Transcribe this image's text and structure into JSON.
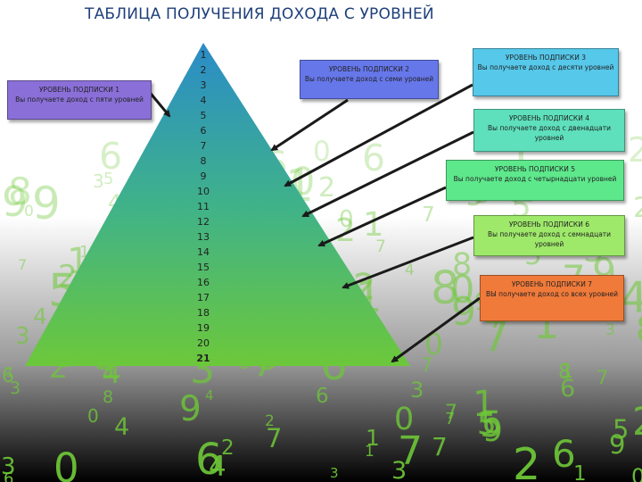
{
  "title": "ТАБЛИЦА ПОЛУЧЕНИЯ ДОХОДА С УРОВНЕЙ",
  "levels": [
    "1",
    "2",
    "3",
    "4",
    "5",
    "6",
    "7",
    "8",
    "9",
    "10",
    "11",
    "12",
    "13",
    "14",
    "15",
    "16",
    "17",
    "18",
    "19",
    "20",
    "21"
  ],
  "boxes": [
    {
      "title": "УРОВЕНЬ ПОДПИСКИ 1",
      "text": "Вы получаете доход с пяти уровней",
      "color": "#8a6fd8"
    },
    {
      "title": "УРОВЕНЬ ПОДПИСКИ 2",
      "text": "Вы получаете доход с семи уровней",
      "color": "#6677ea"
    },
    {
      "title": "УРОВЕНЬ ПОДПИСКИ 3",
      "text": "Вы получаете доход с десяти уровней",
      "color": "#56c8ea"
    },
    {
      "title": "УРОВЕНЬ ПОДПИСКИ 4",
      "text": "Вы получаете доход с двенадцати уровней",
      "color": "#5ee0bc"
    },
    {
      "title": "УРОВЕНЬ ПОДПИСКИ 5",
      "text": "Вы получаете доход с четырнадцати уровней",
      "color": "#5ee88c"
    },
    {
      "title": "УРОВЕНЬ ПОДПИСКИ 6",
      "text": "Вы получаете доход с семнадцати уровней",
      "color": "#9ee86a"
    },
    {
      "title": "УРОВЕНЬ ПОДПИСКИ 7",
      "text": "ВЫ получаете доход со всех уровней",
      "color": "#f07a3a"
    }
  ],
  "colors": {
    "pyramid_top": "#2a8cc8",
    "pyramid_mid": "#3fb28a",
    "pyramid_bottom": "#6cc83a",
    "title": "#1e3f7a",
    "background_digits": "#6ec838"
  }
}
